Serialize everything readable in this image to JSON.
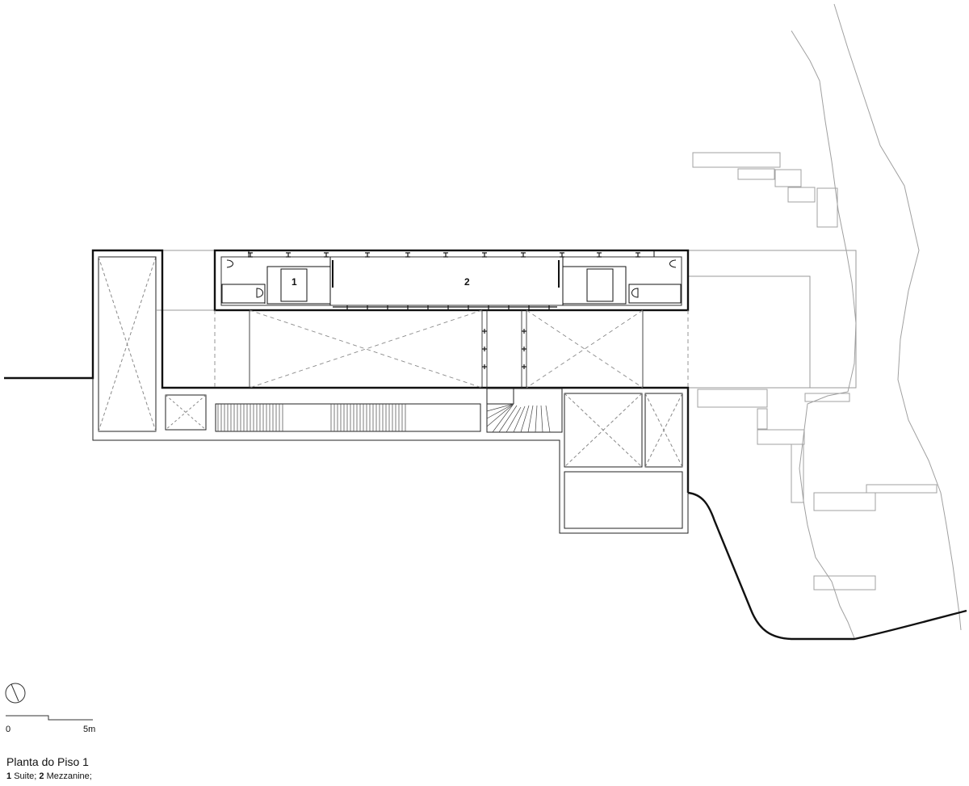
{
  "rooms": [
    {
      "number": "1",
      "name": "Suite"
    },
    {
      "number": "2",
      "name": "Mezzanine"
    }
  ],
  "scale_bar": {
    "start": "0",
    "end": "5m"
  },
  "caption": {
    "title": "Planta do Piso 1",
    "legend": [
      {
        "number": "1",
        "name": "Suite",
        "sep": ";"
      },
      {
        "number": "2",
        "name": "Mezzanine",
        "sep": ";"
      }
    ]
  },
  "colors": {
    "heavy_line": "#111111",
    "light_line": "#9a9a9a",
    "dashed_line": "#8a8a8a"
  },
  "icons": {
    "north": "north-arrow-icon"
  }
}
